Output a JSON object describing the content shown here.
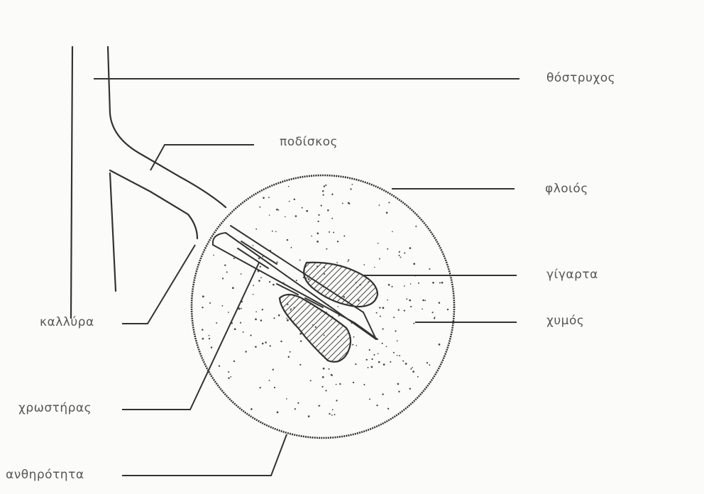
{
  "labels": {
    "bostrychos": "θόστρυχος",
    "podiskos": "ποδίσκος",
    "floios": "φλοιός",
    "gigarta": "γίγαρτα",
    "chymos": "χυμός",
    "kallyra": "καλλύρα",
    "chrostiras": "χρωστήρας",
    "anthirotita": "ανθηρότητα"
  },
  "colors": {
    "ink": "#333333",
    "hatch": "#444444",
    "label": "#555555",
    "background": "#fbfbf9"
  }
}
